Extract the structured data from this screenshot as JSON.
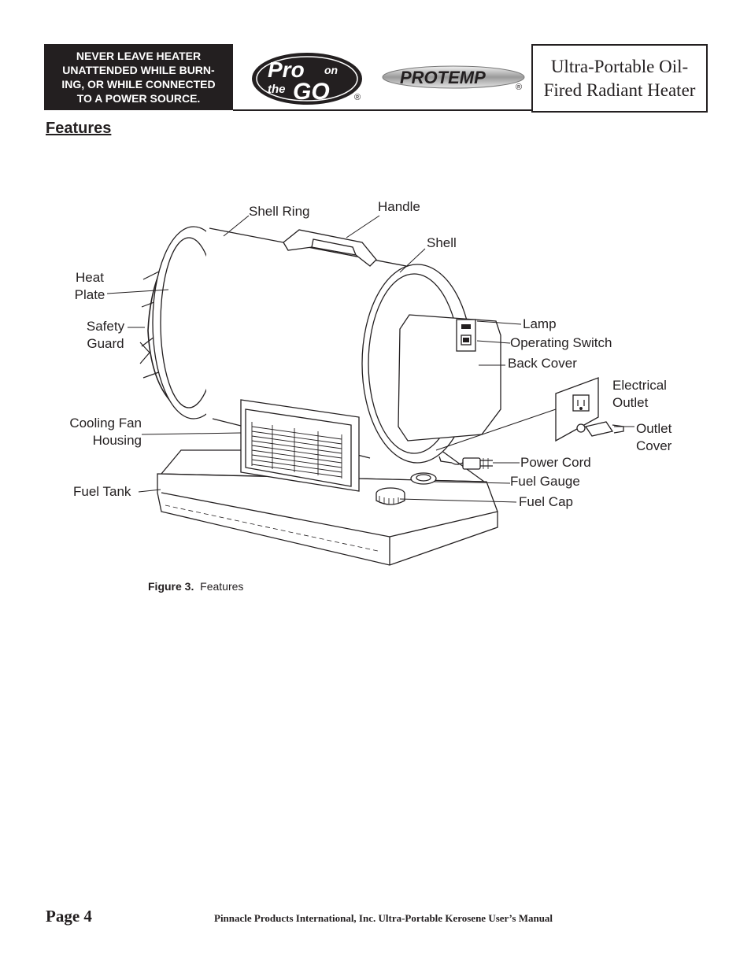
{
  "header": {
    "warning": "NEVER LEAVE HEATER\nUNATTENDED WHILE BURN-\nING, OR WHILE CONNECTED\nTO A POWER SOURCE.",
    "logo_pro_top": "Pro",
    "logo_pro_on": "on",
    "logo_pro_the": "the",
    "logo_pro_go": "GO",
    "logo_protemp": "PROTEMP",
    "registered": "®",
    "title": "Ultra-Portable Oil-\nFired Radiant Heater"
  },
  "section": {
    "title": "Features"
  },
  "figure": {
    "labels": {
      "shell_ring": "Shell Ring",
      "handle": "Handle",
      "shell": "Shell",
      "heat_plate": "Heat\nPlate",
      "safety_guard": "Safety\nGuard",
      "lamp": "Lamp",
      "operating_switch": "Operating Switch",
      "back_cover": "Back Cover",
      "electrical_outlet": "Electrical\nOutlet",
      "outlet_cover": "Outlet\nCover",
      "cooling_fan_housing": "Cooling Fan\nHousing",
      "power_cord": "Power Cord",
      "fuel_gauge": "Fuel Gauge",
      "fuel_tank": "Fuel Tank",
      "fuel_cap": "Fuel Cap"
    },
    "caption_label": "Figure 3.",
    "caption_text": "Features"
  },
  "footer": {
    "page": "Page 4",
    "text": "Pinnacle Products International, Inc.  Ultra-Portable Kerosene User’s Manual"
  }
}
